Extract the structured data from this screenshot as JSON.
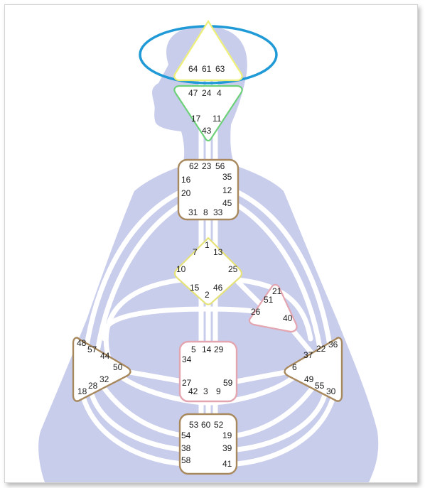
{
  "colors": {
    "body": "#c9cdec",
    "channel": "#ffffff",
    "highlight": "#1f9ad6",
    "head": "#eef07a",
    "ajna": "#6dd17a",
    "throat": "#a8895e",
    "g": "#e6e27a",
    "ego": "#e3a5b0",
    "sacral": "#e3a5b0",
    "spleen": "#a8895e",
    "solar": "#a8895e",
    "root": "#a8895e"
  },
  "centers": {
    "head": {
      "gates": [
        "64",
        "61",
        "63"
      ]
    },
    "ajna": {
      "gates": [
        "47",
        "24",
        "4",
        "17",
        "11",
        "43"
      ]
    },
    "throat": {
      "gates": [
        "62",
        "23",
        "56",
        "16",
        "35",
        "20",
        "12",
        "45",
        "31",
        "8",
        "33"
      ]
    },
    "g": {
      "gates": [
        "1",
        "7",
        "13",
        "10",
        "25",
        "15",
        "46",
        "2"
      ]
    },
    "ego": {
      "gates": [
        "21",
        "51",
        "26",
        "40"
      ]
    },
    "spleen": {
      "gates": [
        "48",
        "57",
        "44",
        "50",
        "32",
        "28",
        "18"
      ]
    },
    "sacral": {
      "gates": [
        "5",
        "14",
        "29",
        "34",
        "27",
        "59",
        "42",
        "3",
        "9"
      ]
    },
    "solar": {
      "gates": [
        "36",
        "22",
        "37",
        "6",
        "49",
        "55",
        "30"
      ]
    },
    "root": {
      "gates": [
        "53",
        "60",
        "52",
        "54",
        "19",
        "38",
        "39",
        "58",
        "41"
      ]
    }
  }
}
